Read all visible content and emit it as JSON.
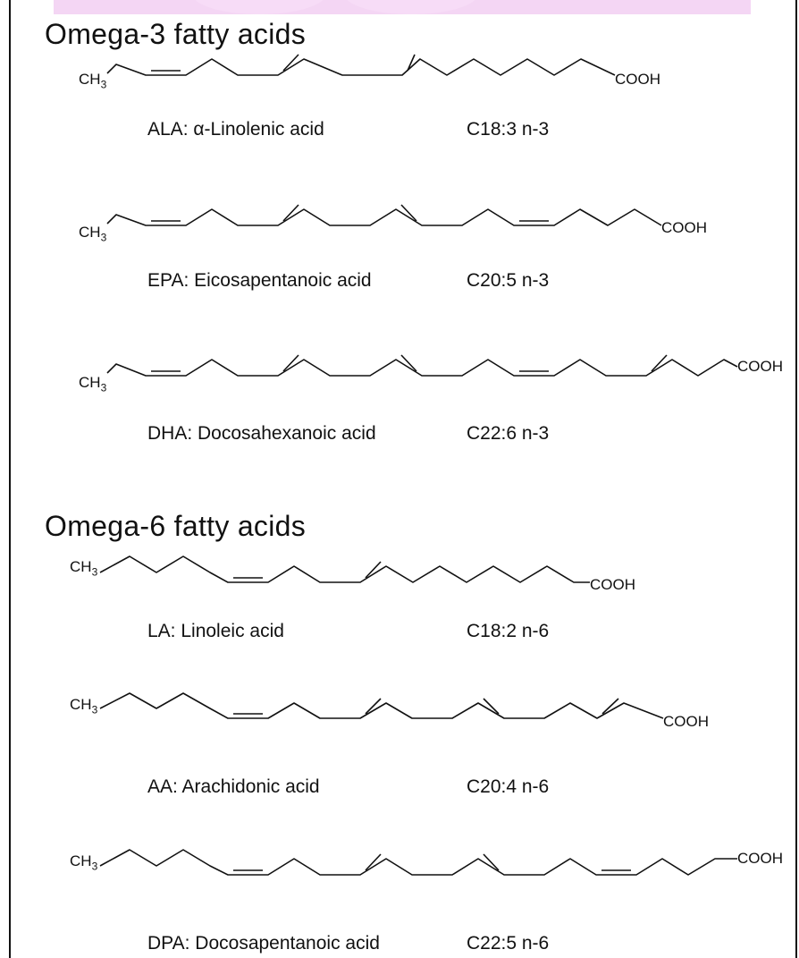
{
  "sections": [
    {
      "title": "Omega-3 fatty acids"
    },
    {
      "title": "Omega-6 fatty acids"
    }
  ],
  "acids": [
    {
      "abbr_name": "ALA: α-Linolenic acid",
      "formula": "C18:3 n-3",
      "start": "CH",
      "start_sub": "3",
      "end": "COOH"
    },
    {
      "abbr_name": "EPA: Eicosapentanoic acid",
      "formula": "C20:5 n-3",
      "start": "CH",
      "start_sub": "3",
      "end": "COOH"
    },
    {
      "abbr_name": "DHA: Docosahexanoic acid",
      "formula": "C22:6 n-3",
      "start": "CH",
      "start_sub": "3",
      "end": "COOH"
    },
    {
      "abbr_name": "LA: Linoleic acid",
      "formula": "C18:2 n-6",
      "start": "CH",
      "start_sub": "3",
      "end": "COOH"
    },
    {
      "abbr_name": "AA: Arachidonic acid",
      "formula": "C20:4 n-6",
      "start": "CH",
      "start_sub": "3",
      "end": "COOH"
    },
    {
      "abbr_name": "DPA: Docosapentanoic acid",
      "formula": "C22:5 n-6",
      "start": "CH",
      "start_sub": "3",
      "end": "COOH"
    }
  ]
}
